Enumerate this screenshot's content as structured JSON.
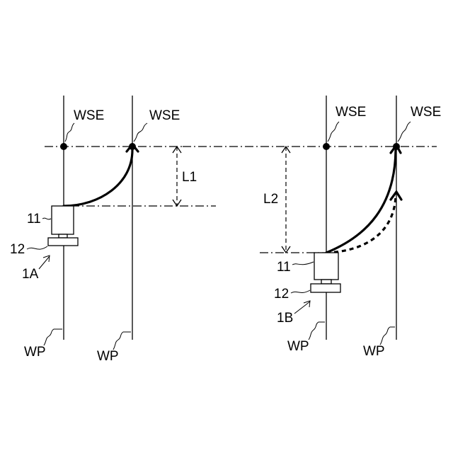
{
  "labels": {
    "wse": "WSE",
    "wp": "WP",
    "l1": "L1",
    "l2": "L2",
    "part_11": "11",
    "part_12": "12",
    "fig_1a": "1A",
    "fig_1b": "1B"
  },
  "colors": {
    "line": "#000000",
    "background": "#ffffff"
  }
}
